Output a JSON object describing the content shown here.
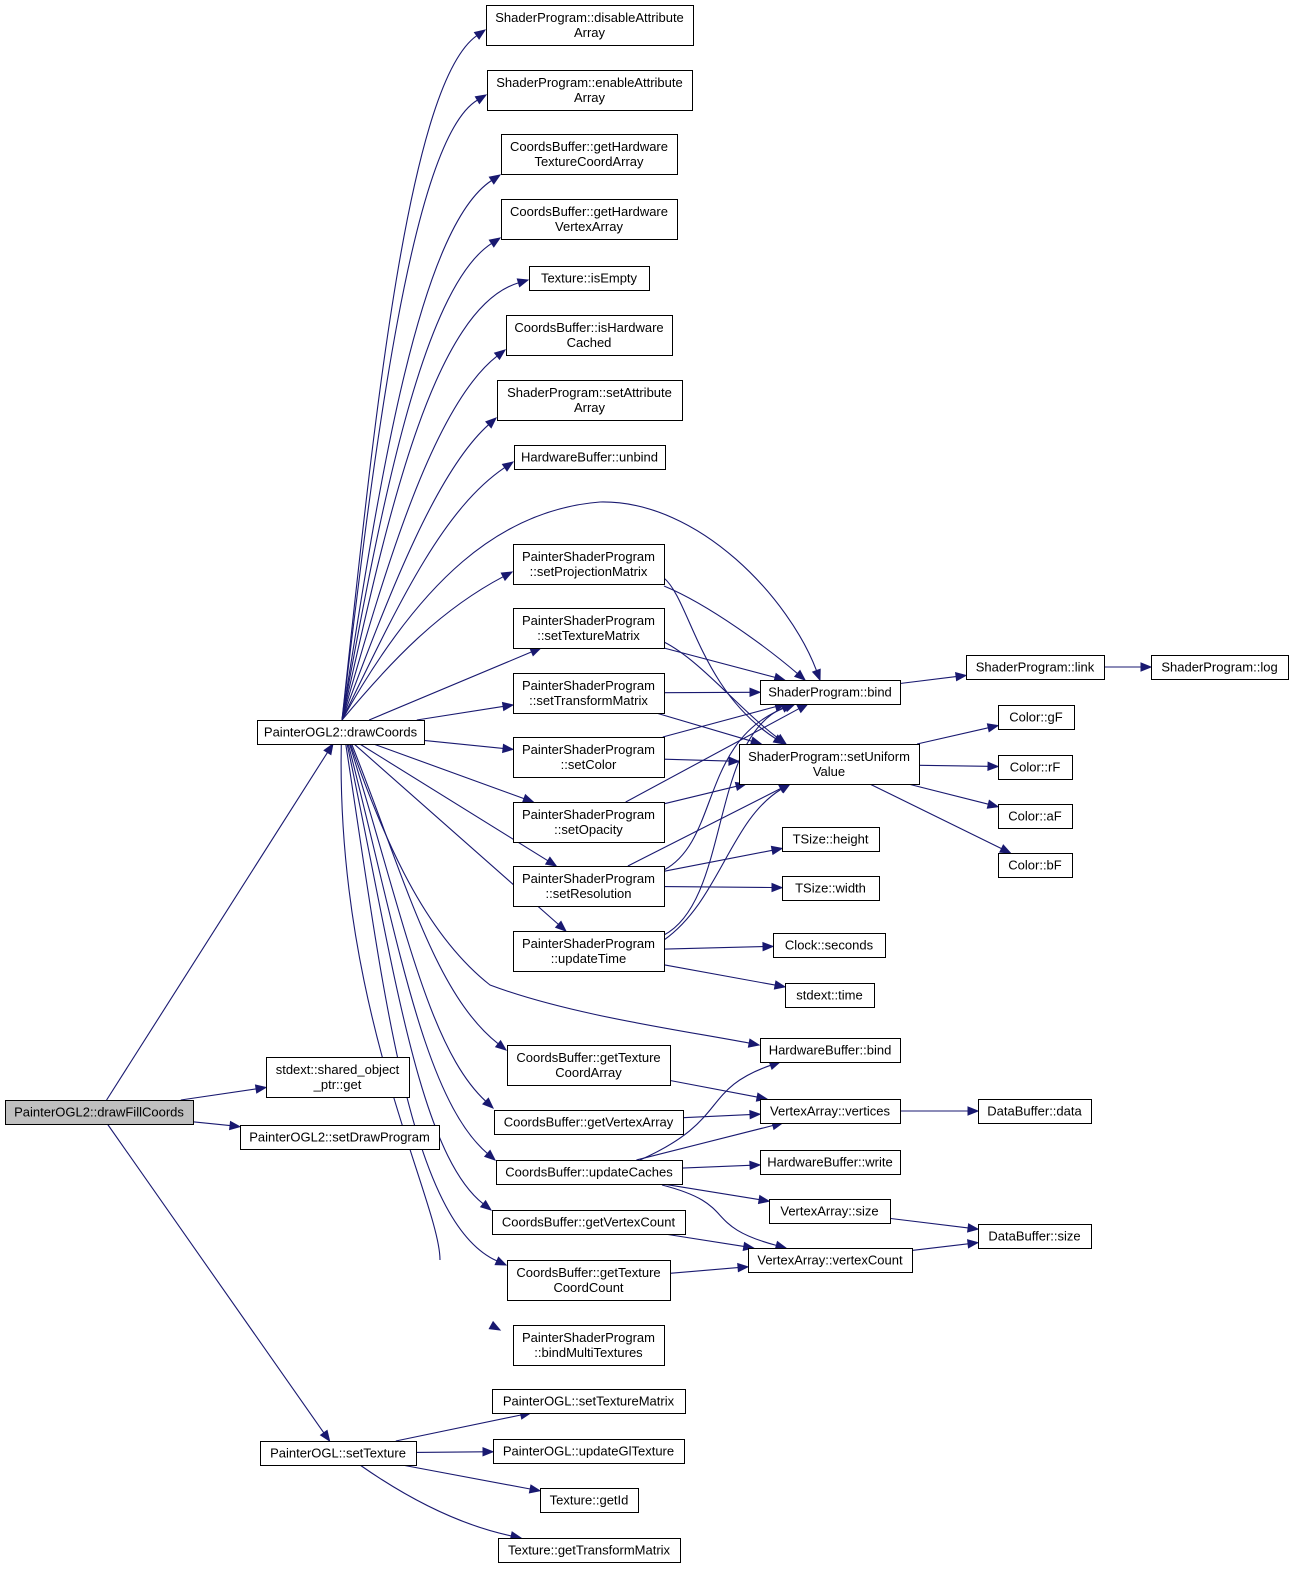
{
  "nodes": {
    "root": [
      "PainterOGL2::drawFillCoords"
    ],
    "drawCoords": [
      "PainterOGL2::drawCoords"
    ],
    "sharedGet": [
      "stdext::shared_object",
      "_ptr::get"
    ],
    "setDrawProgram": [
      "PainterOGL2::setDrawProgram"
    ],
    "setTexture": [
      "PainterOGL::setTexture"
    ],
    "disableAttr": [
      "ShaderProgram::disableAttribute",
      "Array"
    ],
    "enableAttr": [
      "ShaderProgram::enableAttribute",
      "Array"
    ],
    "getHwTexCoord": [
      "CoordsBuffer::getHardware",
      "TextureCoordArray"
    ],
    "getHwVertex": [
      "CoordsBuffer::getHardware",
      "VertexArray"
    ],
    "texIsEmpty": [
      "Texture::isEmpty"
    ],
    "isHwCached": [
      "CoordsBuffer::isHardware",
      "Cached"
    ],
    "setAttrArray": [
      "ShaderProgram::setAttribute",
      "Array"
    ],
    "hwUnbind": [
      "HardwareBuffer::unbind"
    ],
    "setProjMatrix": [
      "PainterShaderProgram",
      "::setProjectionMatrix"
    ],
    "setTexMatrix": [
      "PainterShaderProgram",
      "::setTextureMatrix"
    ],
    "setTransMatrix": [
      "PainterShaderProgram",
      "::setTransformMatrix"
    ],
    "setColor": [
      "PainterShaderProgram",
      "::setColor"
    ],
    "setOpacity": [
      "PainterShaderProgram",
      "::setOpacity"
    ],
    "setResolution": [
      "PainterShaderProgram",
      "::setResolution"
    ],
    "updateTime": [
      "PainterShaderProgram",
      "::updateTime"
    ],
    "getTexCoordArr": [
      "CoordsBuffer::getTexture",
      "CoordArray"
    ],
    "getVertexArr": [
      "CoordsBuffer::getVertexArray"
    ],
    "updateCaches": [
      "CoordsBuffer::updateCaches"
    ],
    "getVertexCount": [
      "CoordsBuffer::getVertexCount"
    ],
    "getTexCoordCount": [
      "CoordsBuffer::getTexture",
      "CoordCount"
    ],
    "bindMulti": [
      "PainterShaderProgram",
      "::bindMultiTextures"
    ],
    "spBind": [
      "ShaderProgram::bind"
    ],
    "spLink": [
      "ShaderProgram::link"
    ],
    "spLog": [
      "ShaderProgram::log"
    ],
    "setUniform": [
      "ShaderProgram::setUniform",
      "Value"
    ],
    "colorG": [
      "Color::gF"
    ],
    "colorR": [
      "Color::rF"
    ],
    "colorA": [
      "Color::aF"
    ],
    "colorB": [
      "Color::bF"
    ],
    "tsHeight": [
      "TSize::height"
    ],
    "tsWidth": [
      "TSize::width"
    ],
    "clockSec": [
      "Clock::seconds"
    ],
    "stdTime": [
      "stdext::time"
    ],
    "hwBind": [
      "HardwareBuffer::bind"
    ],
    "vaVertices": [
      "VertexArray::vertices"
    ],
    "dbData": [
      "DataBuffer::data"
    ],
    "hwWrite": [
      "HardwareBuffer::write"
    ],
    "vaSize": [
      "VertexArray::size"
    ],
    "dbSize": [
      "DataBuffer::size"
    ],
    "vaVertexCount": [
      "VertexArray::vertexCount"
    ],
    "oglSetTexMatrix": [
      "PainterOGL::setTextureMatrix"
    ],
    "oglUpdateGlTex": [
      "PainterOGL::updateGlTexture"
    ],
    "texGetId": [
      "Texture::getId"
    ],
    "texGetTransform": [
      "Texture::getTransformMatrix"
    ]
  },
  "edges": [
    [
      "root",
      "drawCoords"
    ],
    [
      "root",
      "sharedGet"
    ],
    [
      "root",
      "setDrawProgram"
    ],
    [
      "root",
      "setTexture"
    ],
    [
      "drawCoords",
      "disableAttr"
    ],
    [
      "drawCoords",
      "enableAttr"
    ],
    [
      "drawCoords",
      "getHwTexCoord"
    ],
    [
      "drawCoords",
      "getHwVertex"
    ],
    [
      "drawCoords",
      "texIsEmpty"
    ],
    [
      "drawCoords",
      "isHwCached"
    ],
    [
      "drawCoords",
      "setAttrArray"
    ],
    [
      "drawCoords",
      "hwUnbind"
    ],
    [
      "drawCoords",
      "spBind"
    ],
    [
      "drawCoords",
      "setProjMatrix"
    ],
    [
      "drawCoords",
      "setTexMatrix"
    ],
    [
      "drawCoords",
      "setTransMatrix"
    ],
    [
      "drawCoords",
      "setColor"
    ],
    [
      "drawCoords",
      "setOpacity"
    ],
    [
      "drawCoords",
      "setResolution"
    ],
    [
      "drawCoords",
      "updateTime"
    ],
    [
      "drawCoords",
      "hwBind"
    ],
    [
      "drawCoords",
      "getTexCoordArr"
    ],
    [
      "drawCoords",
      "getVertexArr"
    ],
    [
      "drawCoords",
      "updateCaches"
    ],
    [
      "drawCoords",
      "getVertexCount"
    ],
    [
      "drawCoords",
      "getTexCoordCount"
    ],
    [
      "drawCoords",
      "bindMulti"
    ],
    [
      "setProjMatrix",
      "spBind"
    ],
    [
      "setProjMatrix",
      "setUniform"
    ],
    [
      "setTexMatrix",
      "spBind"
    ],
    [
      "setTexMatrix",
      "setUniform"
    ],
    [
      "setTransMatrix",
      "spBind"
    ],
    [
      "setTransMatrix",
      "setUniform"
    ],
    [
      "setColor",
      "spBind"
    ],
    [
      "setColor",
      "setUniform"
    ],
    [
      "setOpacity",
      "spBind"
    ],
    [
      "setOpacity",
      "setUniform"
    ],
    [
      "setResolution",
      "spBind"
    ],
    [
      "setResolution",
      "setUniform"
    ],
    [
      "setResolution",
      "tsHeight"
    ],
    [
      "setResolution",
      "tsWidth"
    ],
    [
      "updateTime",
      "spBind"
    ],
    [
      "updateTime",
      "setUniform"
    ],
    [
      "updateTime",
      "clockSec"
    ],
    [
      "updateTime",
      "stdTime"
    ],
    [
      "spBind",
      "spLink"
    ],
    [
      "spLink",
      "spLog"
    ],
    [
      "setUniform",
      "colorG"
    ],
    [
      "setUniform",
      "colorR"
    ],
    [
      "setUniform",
      "colorA"
    ],
    [
      "setUniform",
      "colorB"
    ],
    [
      "getTexCoordArr",
      "vaVertices"
    ],
    [
      "getVertexArr",
      "vaVertices"
    ],
    [
      "updateCaches",
      "hwBind"
    ],
    [
      "updateCaches",
      "vaVertices"
    ],
    [
      "updateCaches",
      "hwWrite"
    ],
    [
      "updateCaches",
      "vaSize"
    ],
    [
      "updateCaches",
      "vaVertexCount"
    ],
    [
      "getVertexCount",
      "vaVertexCount"
    ],
    [
      "getTexCoordCount",
      "vaVertexCount"
    ],
    [
      "vaVertices",
      "dbData"
    ],
    [
      "vaSize",
      "dbSize"
    ],
    [
      "vaVertexCount",
      "dbSize"
    ],
    [
      "setTexture",
      "oglSetTexMatrix"
    ],
    [
      "setTexture",
      "oglUpdateGlTex"
    ],
    [
      "setTexture",
      "texGetId"
    ],
    [
      "setTexture",
      "texGetTransform"
    ]
  ]
}
